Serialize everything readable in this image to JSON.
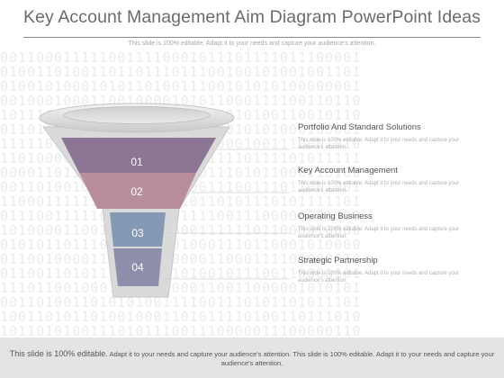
{
  "slide": {
    "title": "Key Account Management Aim Diagram PowerPoint Ideas",
    "subtitle": "This slide is 100% editable. Adapt it to your needs and capture your audience's attention."
  },
  "funnel": {
    "stages": [
      {
        "number": "01",
        "color": "#8d7596"
      },
      {
        "number": "02",
        "color": "#b88e9e"
      },
      {
        "number": "03",
        "color": "#8499b3"
      },
      {
        "number": "04",
        "color": "#8d8fab"
      }
    ]
  },
  "labels": [
    {
      "title": "Portfolio And Standard Solutions",
      "description": "This slide is 100% editable. Adapt it to your needs and capture your audience's attention."
    },
    {
      "title": "Key Account Management",
      "description": "This slide is 100% editable. Adapt it to your needs and capture your audience's attention."
    },
    {
      "title": "Operating Business",
      "description": "This slide is 100% editable. Adapt it to your needs and capture your audience's attention."
    },
    {
      "title": "Strategic Partnership",
      "description": "This slide is 100% editable. Adapt it to your needs and capture your audience's attention."
    }
  ],
  "footer": {
    "lead": "This slide is 100% editable.",
    "text": " Adapt it to your needs and capture your audience's attention. This slide is 100% editable. Adapt it to your needs and capture your audience's attention."
  }
}
